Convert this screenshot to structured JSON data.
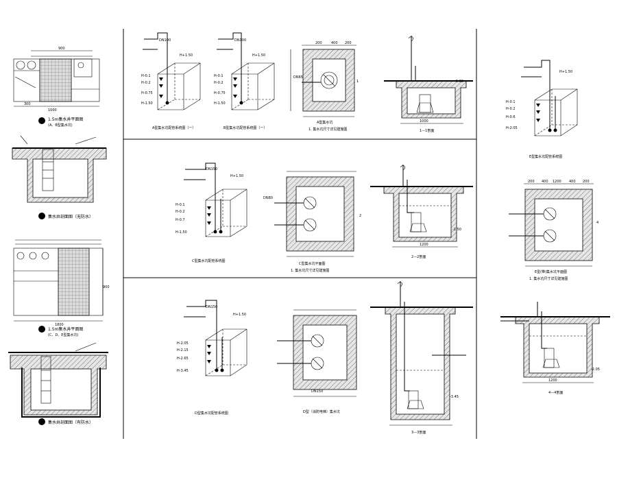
{
  "left_column": {
    "plan_a_caption_1": "1.5m集水井平面图",
    "plan_a_caption_2": "(A、B型集水坑)",
    "section_1_caption": "集水井剖面图（无防水）",
    "plan_b_caption_1": "1.5m集水井平面图",
    "plan_b_caption_2": "(C、D、E型集水坑)",
    "section_2_caption": "集水井剖面图（有防水）",
    "dims": [
      "900",
      "1800",
      "300",
      "1000",
      "900"
    ]
  },
  "row1": {
    "pipe_label_a": "DN100",
    "pipe_label_b": "DN100",
    "level_top": "H+1.50",
    "levels": [
      "H-0.1",
      "H-0.2",
      "H-0.75",
      "H-1.50"
    ],
    "caption_a": "A型集水坑配管系统图（一）",
    "caption_b": "B型集水坑配管系统图（一）",
    "plan_caption": "A型集水坑",
    "plan_note": "1. 集水坑尺寸详见建施图",
    "section_caption": "1—1剖面",
    "pipe_dn": "DN65"
  },
  "row2": {
    "pipe_label": "DN150",
    "level_top": "H+1.50",
    "levels": [
      "H-0.1",
      "H-0.2",
      "H-0.7",
      "H-1.50"
    ],
    "caption": "C型集水坑配管系统图",
    "plan_caption": "C型集水坑平面图",
    "plan_note": "1. 集水坑尺寸详见建施图",
    "section_caption": "2—2剖面",
    "dn": "DN80"
  },
  "row3": {
    "pipe_label": "DN150",
    "level_top": "H+1.50",
    "levels": [
      "H-2.05",
      "H-2.15",
      "H-2.65",
      "H-3.45"
    ],
    "caption": "D型集水坑配管系统图",
    "plan_caption": "D型（消防电梯）集水坑",
    "section_caption": "3—3剖面",
    "dn": "DN150"
  },
  "right_column": {
    "top_caption": "E型集水坑配管系统图",
    "level_top": "H+1.50",
    "levels": [
      "H-0.1",
      "H-0.2",
      "H-0.6",
      "H-2.05"
    ],
    "plan_caption": "E型(带)集水坑平面图",
    "plan_note": "1. 集水坑尺寸详见建施图",
    "section_caption": "4—4剖面",
    "dims": [
      "200",
      "400",
      "1200",
      "400",
      "200"
    ]
  }
}
